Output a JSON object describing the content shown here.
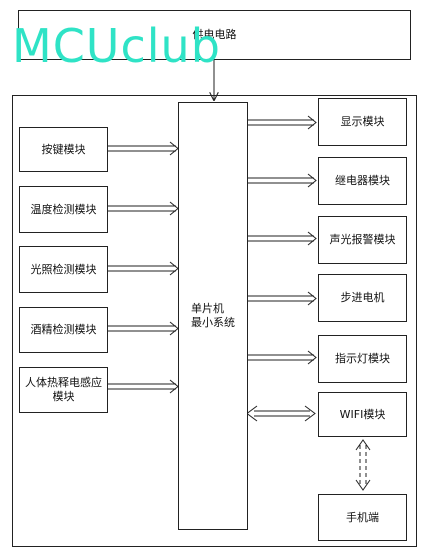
{
  "power_block": {
    "label": "供电电路"
  },
  "watermark": {
    "text": "MCUclub",
    "color": "#2fe3c6"
  },
  "input_modules": [
    {
      "label": "按键模块"
    },
    {
      "label": "温度检测模块"
    },
    {
      "label": "光照检测模块"
    },
    {
      "label": "酒精检测模块"
    },
    {
      "label": "人体热释电感应\n模块"
    }
  ],
  "mcu": {
    "line1": "单片机",
    "line2": "最小系统"
  },
  "output_modules": [
    {
      "label": "显示模块"
    },
    {
      "label": "继电器模块"
    },
    {
      "label": "声光报警模块"
    },
    {
      "label": "步进电机"
    },
    {
      "label": "指示灯模块"
    },
    {
      "label": "WIFI模块"
    }
  ],
  "phone": {
    "label": "手机端"
  }
}
